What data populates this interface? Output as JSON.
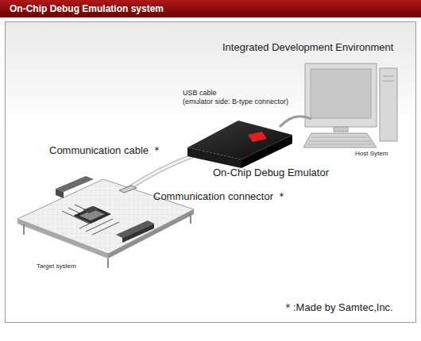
{
  "diagram": {
    "title": "On-Chip Debug Emulation system",
    "labels": [
      "Integrated Development Environment",
      "USB cable",
      "(emulator side: B-type connector)",
      "Host Sytem",
      "Communication cable ＊",
      "On-Chip Debug Emulator",
      "Communication connector ＊",
      "Target system",
      "＊:Made by Samtec,Inc."
    ]
  }
}
